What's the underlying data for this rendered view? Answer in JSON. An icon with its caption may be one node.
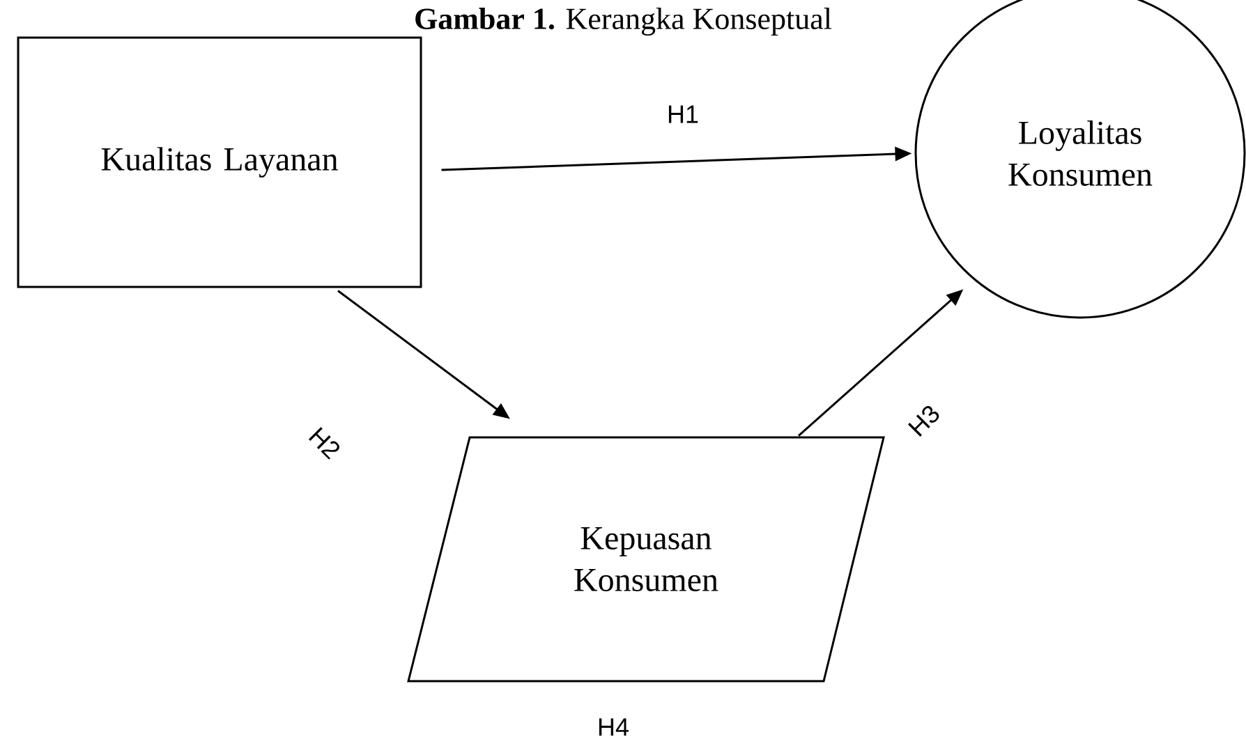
{
  "diagram": {
    "title": "**Gambar 1.** Kerangka Konseptual",
    "nodes": [
      {
        "text": [
          "Kualitas Layanan"
        ]
      },
      {
        "text": [
          "Loyalitas Konsumen"
        ]
      },
      {
        "text": [
          "Kepuasan Konsumen"
        ]
      }
    ],
    "edges": [
      {
        "from": 0,
        "to": 1,
        "arrow": "to",
        "label": "H1"
      },
      {
        "from": 0,
        "to": 2,
        "arrow": "to",
        "label": "H2"
      },
      {
        "from": 2,
        "to": 1,
        "arrow": "to",
        "label": "H3"
      }
    ],
    "labels": [
      "H4"
    ]
  }
}
